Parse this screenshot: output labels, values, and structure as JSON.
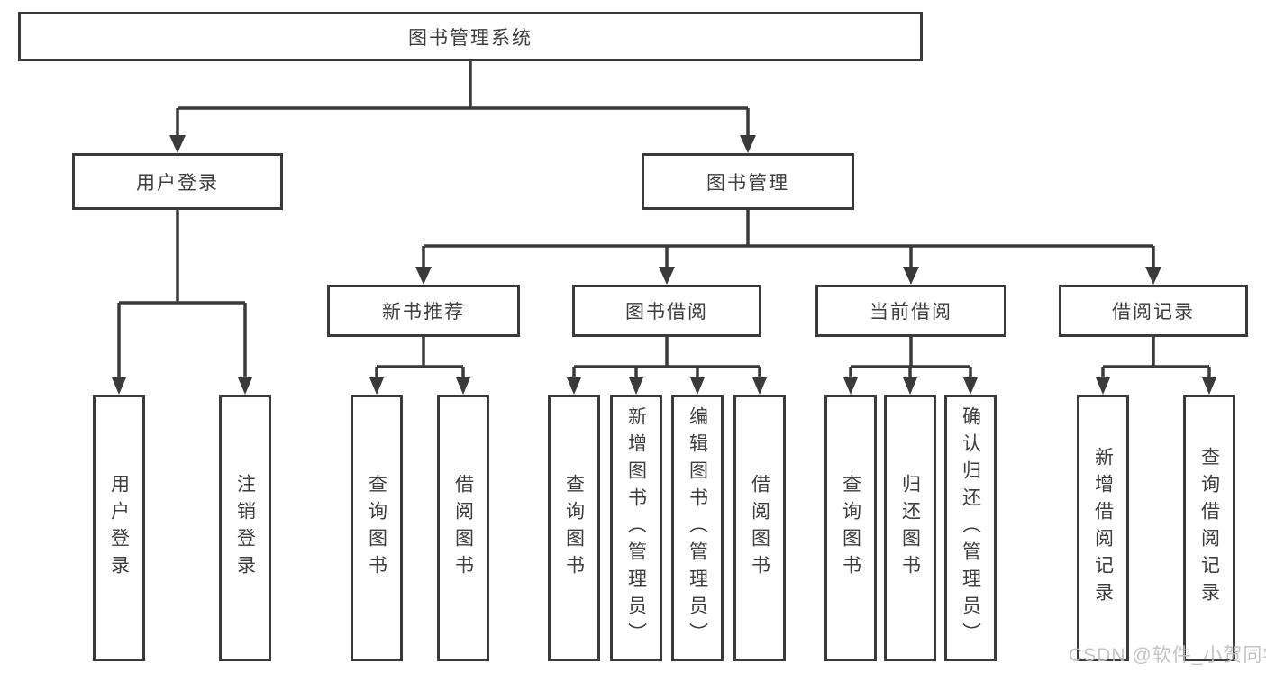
{
  "diagram": {
    "root": {
      "label": "图书管理系统",
      "children": [
        {
          "label": "用户登录",
          "children": [
            {
              "label": "用户登录"
            },
            {
              "label": "注销登录"
            }
          ]
        },
        {
          "label": "图书管理",
          "children": [
            {
              "label": "新书推荐",
              "children": [
                {
                  "label": "查询图书"
                },
                {
                  "label": "借阅图书"
                }
              ]
            },
            {
              "label": "图书借阅",
              "children": [
                {
                  "label": "查询图书"
                },
                {
                  "label": "新增图书（管理员）"
                },
                {
                  "label": "编辑图书（管理员）"
                },
                {
                  "label": "借阅图书"
                }
              ]
            },
            {
              "label": "当前借阅",
              "children": [
                {
                  "label": "查询图书"
                },
                {
                  "label": "归还图书"
                },
                {
                  "label": "确认归还（管理员）"
                }
              ]
            },
            {
              "label": "借阅记录",
              "children": [
                {
                  "label": "新增借阅记录"
                },
                {
                  "label": "查询借阅记录"
                }
              ]
            }
          ]
        }
      ]
    }
  },
  "watermark": {
    "text": "CSDN @软件_小贺同学"
  },
  "colors": {
    "line": "#3a3a3a",
    "box_border": "#3a3a3a",
    "box_fill": "#ffffff",
    "text": "#3d3d3d",
    "watermark": "#bec0c6",
    "background": "#ffffff"
  }
}
